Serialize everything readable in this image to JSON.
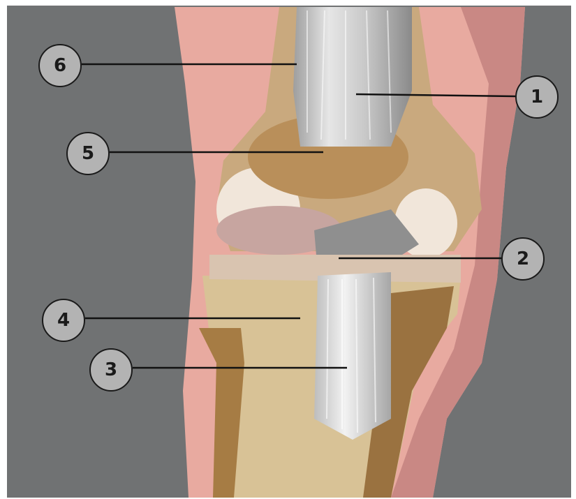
{
  "labels": [
    {
      "number": "1"
    },
    {
      "number": "2"
    },
    {
      "number": "3"
    },
    {
      "number": "4"
    },
    {
      "number": "5"
    },
    {
      "number": "6"
    }
  ],
  "colors": {
    "background": "#707273",
    "skin": "#e8aaa0",
    "bone": "#c9a97e",
    "ligament": "#dcdcdc",
    "marker_fill": "#b3b3b3",
    "marker_border": "#1a1a1a"
  }
}
